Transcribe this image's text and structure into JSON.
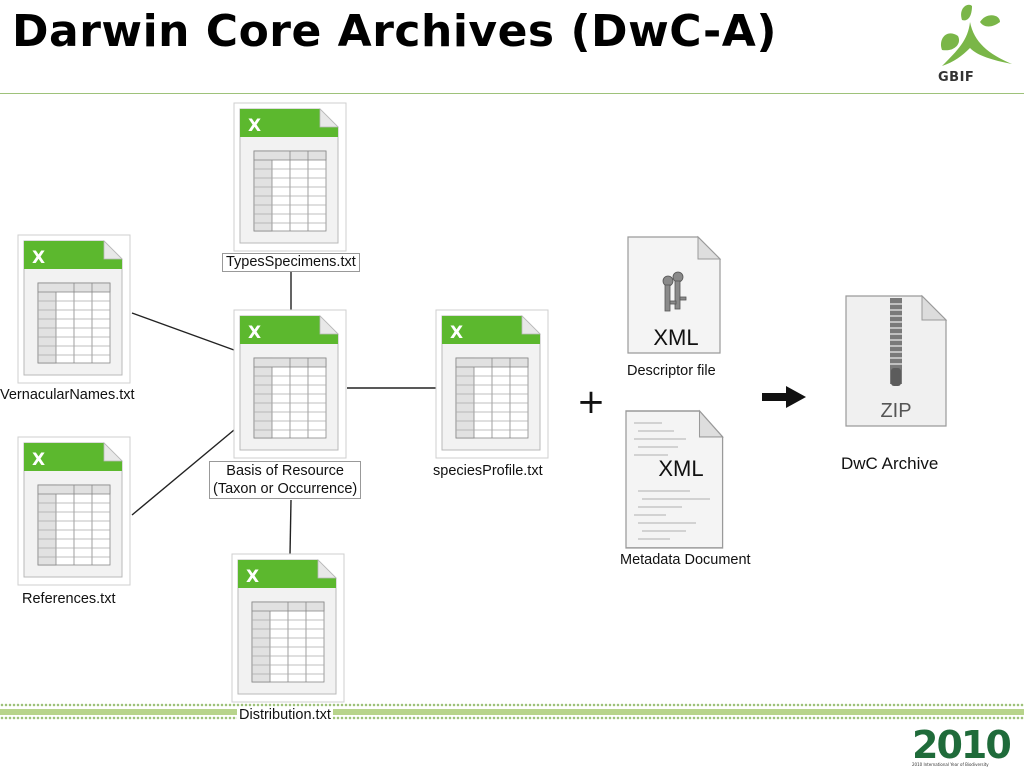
{
  "slide": {
    "title": "Darwin Core Archives (DwC-A)"
  },
  "branding": {
    "gbif_logo_text": "GBIF",
    "footer_logo_text": "2010",
    "footer_logo_caption": "2010 International Year of Biodiversity",
    "accent_color": "#7ab648",
    "rule_color": "#9ec27a"
  },
  "diagram": {
    "files": {
      "types_specimens": "TypesSpecimens.txt",
      "vernacular_names": "VernacularNames.txt",
      "basis_of_resource_line1": "Basis of Resource",
      "basis_of_resource_line2": "(Taxon or Occurrence)",
      "species_profile": "speciesProfile.txt",
      "references": "References.txt",
      "distribution": "Distribution.txt"
    },
    "descriptor_file": {
      "badge": "XML",
      "label": "Descriptor file"
    },
    "metadata_document": {
      "badge": "XML",
      "label": "Metadata Document"
    },
    "plus_symbol": "+",
    "archive": {
      "badge": "ZIP",
      "label": "DwC Archive"
    }
  }
}
